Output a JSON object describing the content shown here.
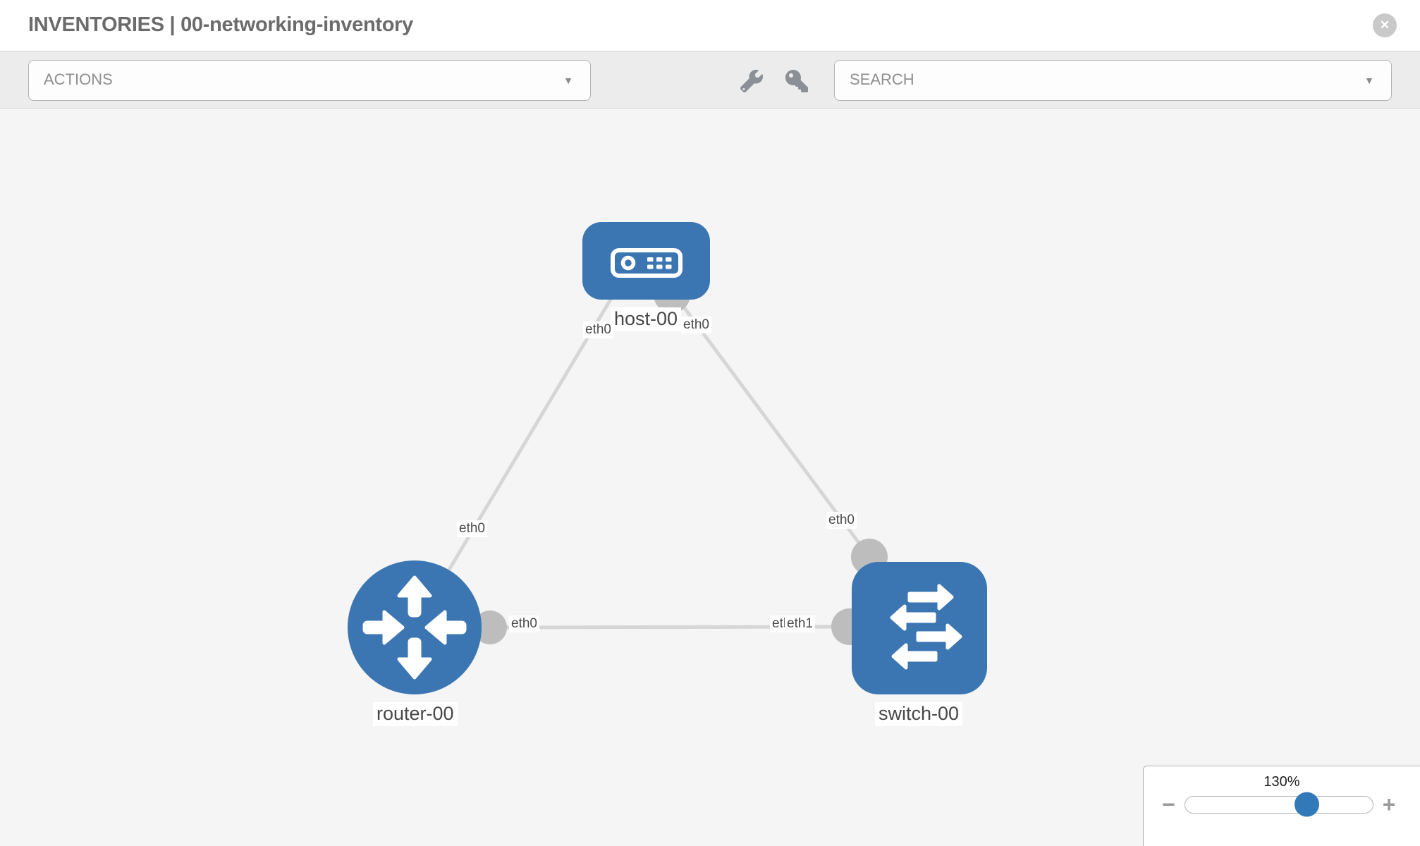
{
  "header": {
    "title": "INVENTORIES | 00-networking-inventory",
    "close_glyph": "✕"
  },
  "toolbar": {
    "actions_label": "ACTIONS",
    "search_label": "SEARCH",
    "caret_glyph": "▼",
    "icons": [
      "wrench-icon",
      "key-icon"
    ]
  },
  "canvas": {
    "nodes": {
      "host": {
        "label": "host-00",
        "type": "host"
      },
      "router": {
        "label": "router-00",
        "type": "router"
      },
      "switch": {
        "label": "switch-00",
        "type": "switch"
      }
    },
    "interfaces": {
      "host_left": "eth0",
      "host_right": "eth0",
      "link_to_router": "eth0",
      "link_to_switch": "eth0",
      "router_lan": "eth0",
      "switch_lan_under": "eth0",
      "switch_lan": "eth1"
    },
    "links": [
      {
        "from": "host-00",
        "to": "router-00"
      },
      {
        "from": "host-00",
        "to": "switch-00"
      },
      {
        "from": "router-00",
        "to": "switch-00"
      }
    ]
  },
  "zoom_control": {
    "level": "130%",
    "minus_glyph": "−",
    "plus_glyph": "+"
  },
  "colors": {
    "node_blue": "#3b76b2",
    "link_gray": "#d6d6d6",
    "port_gray": "#bdbdbd",
    "slider_thumb_blue": "#3279b7",
    "toolbar_gray": "#ececec",
    "canvas_gray": "#f5f5f5"
  }
}
